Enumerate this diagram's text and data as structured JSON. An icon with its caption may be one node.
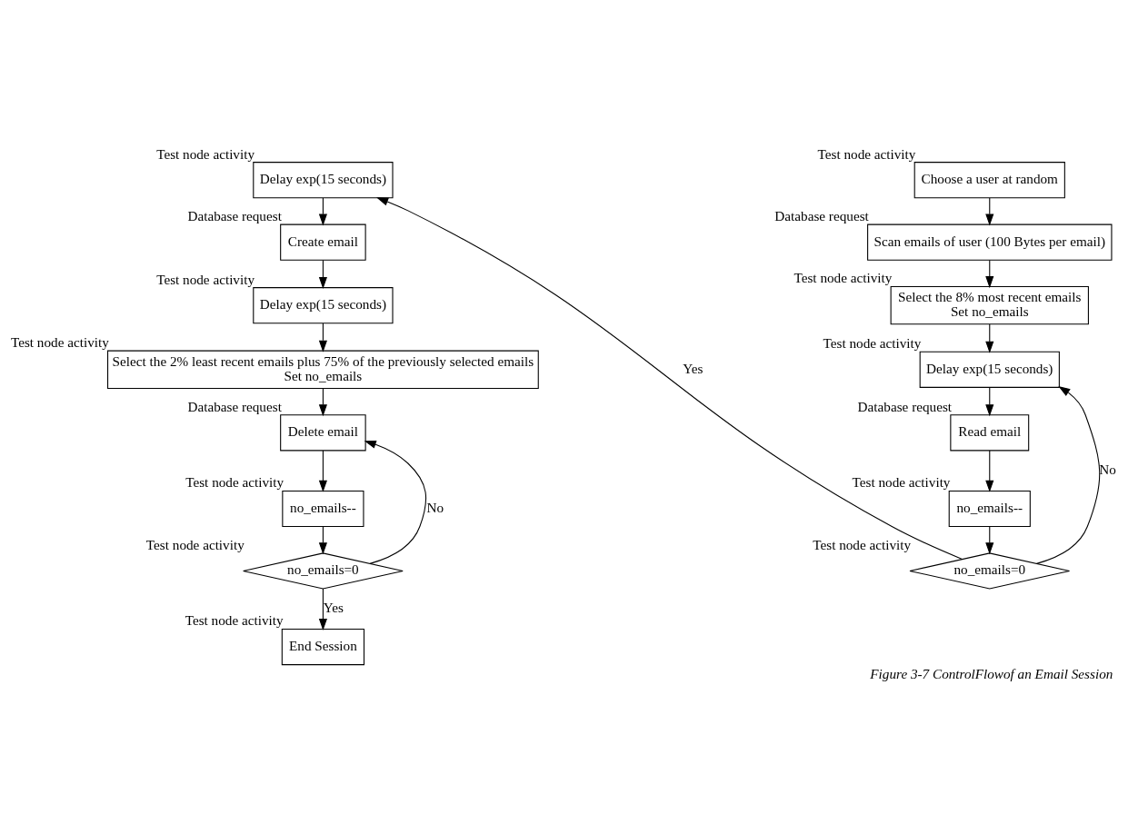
{
  "diagram": {
    "caption": "Figure 3-7 ControlFlowof an Email Session",
    "nodes": [
      {
        "text": [
          "Delay exp(15 seconds)"
        ],
        "beside": [
          "Test node activity"
        ]
      },
      {
        "text": [
          "Create email"
        ],
        "beside": [
          "Database request"
        ]
      },
      {
        "text": [
          "Delay exp(15 seconds)"
        ],
        "beside": [
          "Test node activity"
        ]
      },
      {
        "text": [
          "Select the 2% least recent emails plus 75% of the previously selected emails",
          "Set no_emails"
        ],
        "beside": [
          "Test node activity"
        ]
      },
      {
        "text": [
          "Delete email"
        ],
        "beside": [
          "Database request"
        ]
      },
      {
        "text": [
          "no_emails--"
        ],
        "beside": [
          "Test node activity"
        ]
      },
      {
        "text": [
          "no_emails=0"
        ],
        "beside": [
          "Test node activity"
        ]
      },
      {
        "text": [
          "End Session"
        ],
        "beside": [
          "Test node activity"
        ]
      },
      {
        "text": [
          "Choose a user at random"
        ],
        "beside": [
          "Test node activity"
        ]
      },
      {
        "text": [
          "Scan emails of user (100 Bytes per email)"
        ],
        "beside": [
          "Database request"
        ]
      },
      {
        "text": [
          "Select the 8% most recent emails",
          "Set no_emails"
        ],
        "beside": [
          "Test node activity"
        ]
      },
      {
        "text": [
          "Delay exp(15 seconds)"
        ],
        "beside": [
          "Test node activity"
        ]
      },
      {
        "text": [
          "Read email"
        ],
        "beside": [
          "Database request"
        ]
      },
      {
        "text": [
          "no_emails--"
        ],
        "beside": [
          "Test node activity"
        ]
      },
      {
        "text": [
          "no_emails=0"
        ],
        "beside": [
          "Test node activity"
        ]
      }
    ],
    "edges": [
      {
        "from": 0,
        "to": 1,
        "arrow": "to"
      },
      {
        "from": 1,
        "to": 2,
        "arrow": "to"
      },
      {
        "from": 2,
        "to": 3,
        "arrow": "to"
      },
      {
        "from": 3,
        "to": 4,
        "arrow": "to"
      },
      {
        "from": 4,
        "to": 5,
        "arrow": "to"
      },
      {
        "from": 5,
        "to": 6,
        "arrow": "to"
      },
      {
        "from": 6,
        "to": 4,
        "arrow": "to",
        "label": "No"
      },
      {
        "from": 6,
        "to": 7,
        "arrow": "to",
        "label": "Yes"
      },
      {
        "from": 8,
        "to": 9,
        "arrow": "to"
      },
      {
        "from": 9,
        "to": 10,
        "arrow": "to"
      },
      {
        "from": 10,
        "to": 11,
        "arrow": "to"
      },
      {
        "from": 11,
        "to": 12,
        "arrow": "to"
      },
      {
        "from": 12,
        "to": 13,
        "arrow": "to"
      },
      {
        "from": 13,
        "to": 14,
        "arrow": "to"
      },
      {
        "from": 14,
        "to": 11,
        "arrow": "to",
        "label": "No"
      },
      {
        "from": 14,
        "to": 0,
        "arrow": "to",
        "label": "Yes"
      }
    ]
  }
}
